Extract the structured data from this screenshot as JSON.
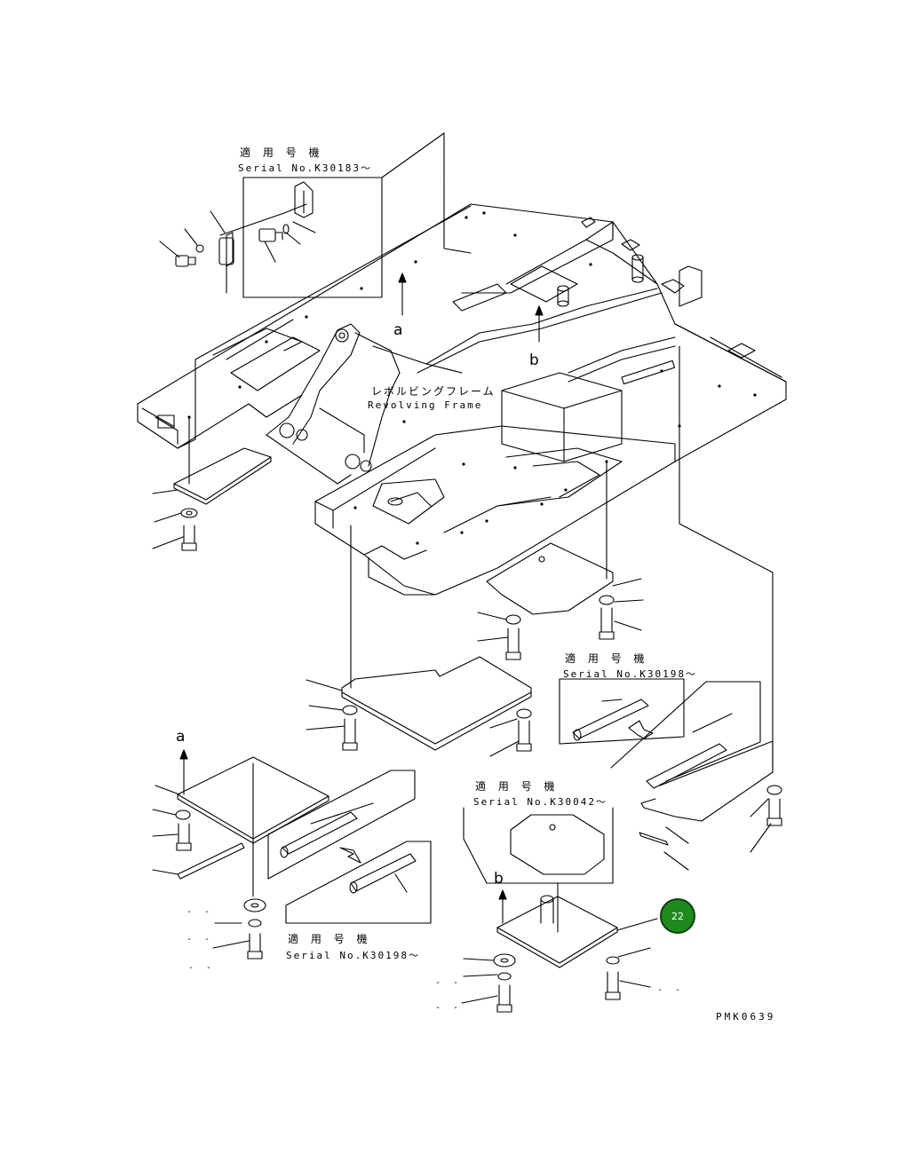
{
  "labels": {
    "serial_header_1": "適 用 号 機",
    "serial_1": "Serial No.K30183～",
    "revolving_jp": "レボルビングフレーム",
    "revolving_en": "Revolving Frame",
    "ref_a_top": "a",
    "ref_b_top": "b",
    "serial_header_2": "適 用 号 機",
    "serial_2": "Serial No.K30198～",
    "ref_a_bottom": "a",
    "serial_header_3": "適 用 号 機",
    "serial_3": "Serial No.K30042～",
    "ref_b_bottom": "b",
    "serial_header_4": "適 用 号 機",
    "serial_4": "Serial No.K30198～",
    "drawing_code": "PMK0639"
  },
  "callout": {
    "number": "22",
    "color": "#1e8a1e"
  },
  "dash_marks": [
    "- -",
    "- -",
    "- -",
    "- -",
    "- -",
    "- -"
  ]
}
